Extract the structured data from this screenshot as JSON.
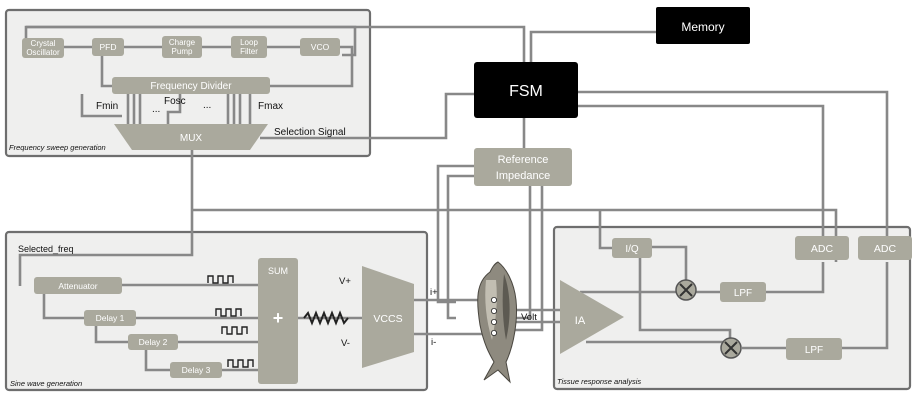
{
  "panels": {
    "sweep_title": "Frequency sweep generation",
    "sine_title": "Sine wave generation",
    "tissue_title": "Tissue response analysis"
  },
  "blocks": {
    "crystal_line1": "Crystal",
    "crystal_line2": "Oscillator",
    "pfd": "PFD",
    "charge_line1": "Charge",
    "charge_line2": "Pump",
    "loop_line1": "Loop",
    "loop_line2": "Filter",
    "vco": "VCO",
    "freq_divider": "Frequency Divider",
    "mux": "MUX",
    "memory": "Memory",
    "fsm": "FSM",
    "ref_line1": "Reference",
    "ref_line2": "Impedance",
    "attenuator": "Attenuator",
    "delay1": "Delay 1",
    "delay2": "Delay 2",
    "delay3": "Delay 3",
    "sum": "SUM",
    "sum_sign": "+",
    "vccs": "VCCS",
    "iq": "I/Q",
    "adc1": "ADC",
    "adc2": "ADC",
    "lpf1": "LPF",
    "lpf2": "LPF",
    "ia": "IA"
  },
  "labels": {
    "fmin": "Fmin",
    "fosc": "Fosc",
    "fmax": "Fmax",
    "dots1": "...",
    "dots2": "...",
    "selection_signal": "Selection Signal",
    "selected_freq": "Selected_freq",
    "v_plus": "V+",
    "v_minus": "V-",
    "i_plus": "i+",
    "i_minus": "i-",
    "volt": "Volt"
  },
  "colors": {
    "block_fill": "#aaa99d",
    "panel_fill": "#efefee",
    "wire": "#888888",
    "dark_block": "#000000"
  }
}
